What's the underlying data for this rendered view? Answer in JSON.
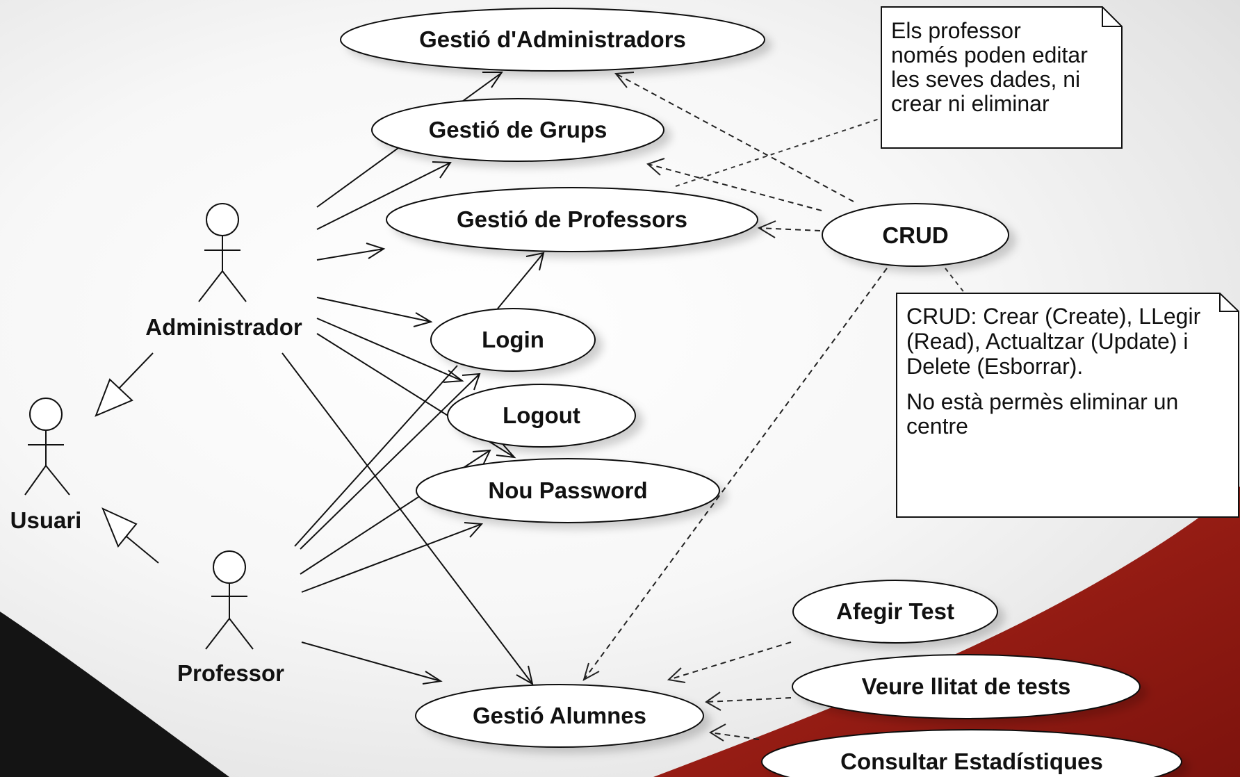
{
  "actors": {
    "usuari": "Usuari",
    "administrador": "Administrador",
    "professor": "Professor"
  },
  "use_cases": {
    "gestio_administradors": "Gestió d'Administradors",
    "gestio_grups": "Gestió de Grups",
    "gestio_professors": "Gestió de Professors",
    "login": "Login",
    "logout": "Logout",
    "nou_password": "Nou Password",
    "gestio_alumnes": "Gestió Alumnes",
    "crud": "CRUD",
    "afegir_test": "Afegir Test",
    "veure_llitat_tests": "Veure llitat de tests",
    "consultar_estadistiques": "Consultar Estadístiques"
  },
  "notes": {
    "professor_note": [
      "Els professor",
      "només  poden editar",
      "les seves dades, ni",
      "crear ni eliminar"
    ],
    "crud_note_para1": [
      "CRUD: Crear (Create), LLegir",
      "(Read), Actualtzar (Update) i",
      "Delete (Esborrar)."
    ],
    "crud_note_para2": [
      "No està permès eliminar un",
      "centre"
    ]
  },
  "colors": {
    "accent_red": "#9b1a12",
    "corner_black": "#141414",
    "line": "#111111"
  }
}
